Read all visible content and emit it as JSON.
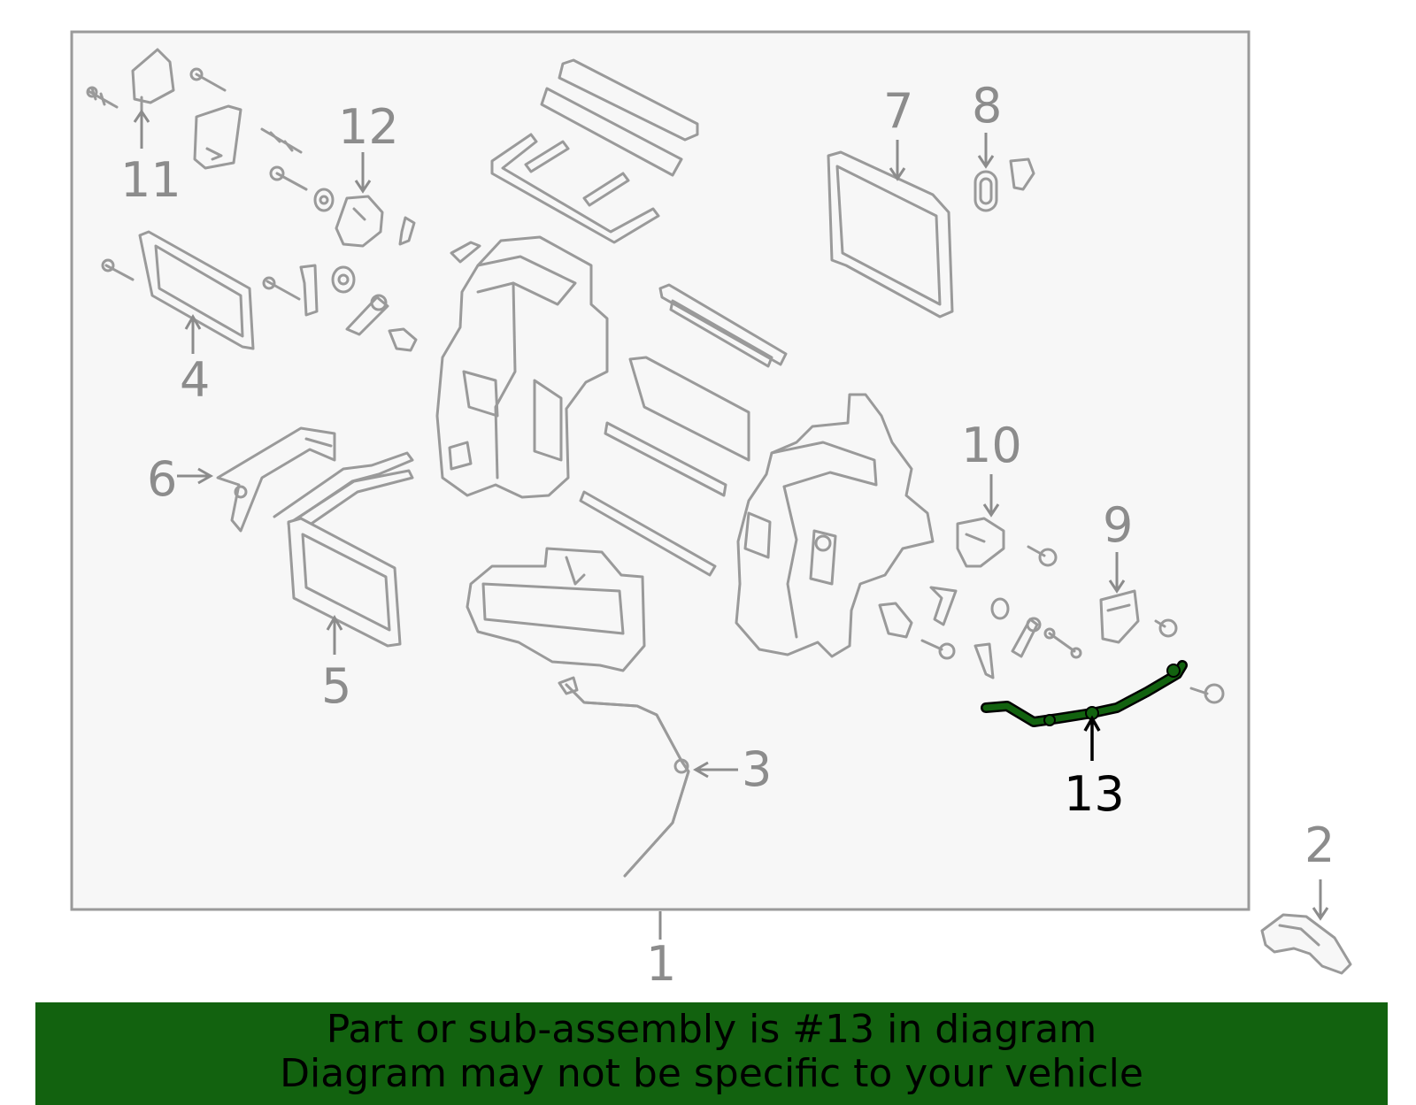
{
  "colors": {
    "highlight": "#12620f",
    "banner_background": "#12620f",
    "line_art": "#9a9a9a",
    "callout_text": "#8c8c8c",
    "highlighted_callout_text": "#000000"
  },
  "callouts": {
    "c1": "1",
    "c2": "2",
    "c3": "3",
    "c4": "4",
    "c5": "5",
    "c6": "6",
    "c7": "7",
    "c8": "8",
    "c9": "9",
    "c10": "10",
    "c11": "11",
    "c12": "12",
    "c13": "13"
  },
  "highlighted_part": "13",
  "banner": {
    "line1": "Part or sub-assembly is #13 in diagram",
    "line2": "Diagram may not be specific to your vehicle"
  }
}
